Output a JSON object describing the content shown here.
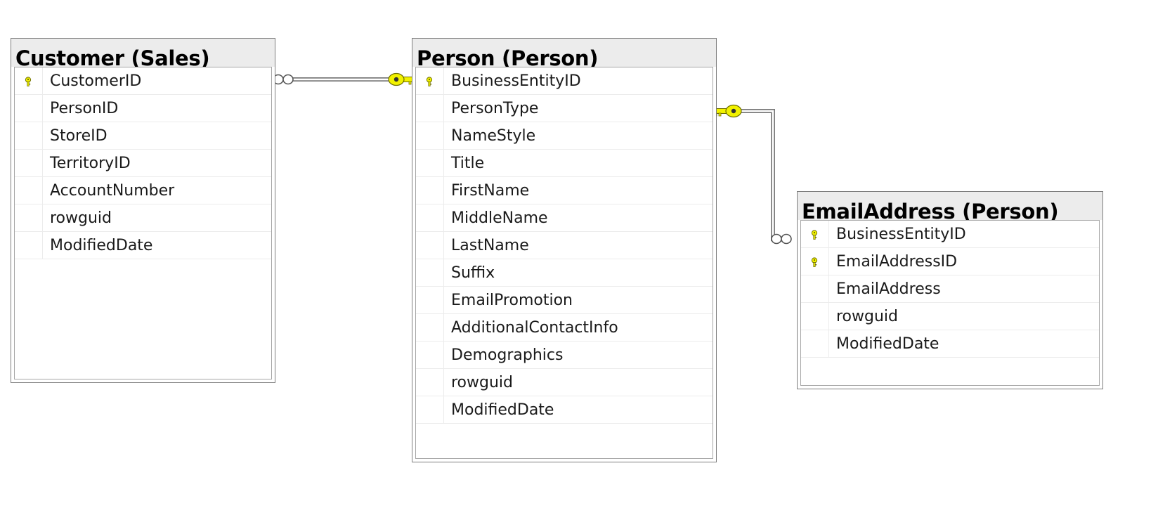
{
  "colors": {
    "key_fill": "#f2f200",
    "key_stroke": "#6e6e00",
    "link_line": "#7a7a7a",
    "header_bg": "#ececec"
  },
  "tables": [
    {
      "id": "customer",
      "title": "Customer (Sales)",
      "columns": [
        {
          "name": "CustomerID",
          "primary_key": true
        },
        {
          "name": "PersonID",
          "primary_key": false
        },
        {
          "name": "StoreID",
          "primary_key": false
        },
        {
          "name": "TerritoryID",
          "primary_key": false
        },
        {
          "name": "AccountNumber",
          "primary_key": false
        },
        {
          "name": "rowguid",
          "primary_key": false
        },
        {
          "name": "ModifiedDate",
          "primary_key": false
        }
      ]
    },
    {
      "id": "person",
      "title": "Person (Person)",
      "columns": [
        {
          "name": "BusinessEntityID",
          "primary_key": true
        },
        {
          "name": "PersonType",
          "primary_key": false
        },
        {
          "name": "NameStyle",
          "primary_key": false
        },
        {
          "name": "Title",
          "primary_key": false
        },
        {
          "name": "FirstName",
          "primary_key": false
        },
        {
          "name": "MiddleName",
          "primary_key": false
        },
        {
          "name": "LastName",
          "primary_key": false
        },
        {
          "name": "Suffix",
          "primary_key": false
        },
        {
          "name": "EmailPromotion",
          "primary_key": false
        },
        {
          "name": "AdditionalContactInfo",
          "primary_key": false
        },
        {
          "name": "Demographics",
          "primary_key": false
        },
        {
          "name": "rowguid",
          "primary_key": false
        },
        {
          "name": "ModifiedDate",
          "primary_key": false
        }
      ]
    },
    {
      "id": "emailaddress",
      "title": "EmailAddress (Person)",
      "columns": [
        {
          "name": "BusinessEntityID",
          "primary_key": true
        },
        {
          "name": "EmailAddressID",
          "primary_key": true
        },
        {
          "name": "EmailAddress",
          "primary_key": false
        },
        {
          "name": "rowguid",
          "primary_key": false
        },
        {
          "name": "ModifiedDate",
          "primary_key": false
        }
      ]
    }
  ],
  "relationships": [
    {
      "from_table": "customer",
      "to_table": "person",
      "many_end": "customer",
      "one_end": "person"
    },
    {
      "from_table": "emailaddress",
      "to_table": "person",
      "many_end": "emailaddress",
      "one_end": "person"
    }
  ]
}
